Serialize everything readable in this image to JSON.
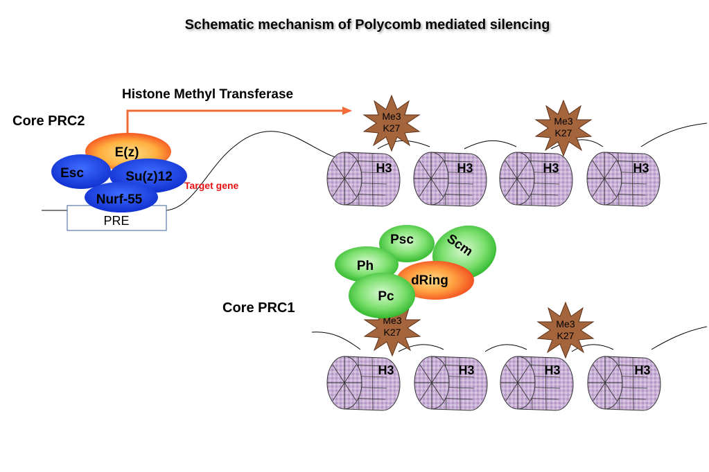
{
  "title": "Schematic mechanism of Polycomb mediated silencing",
  "prc2": {
    "label": "Core PRC2",
    "hmt_label": "Histone Methyl Transferase",
    "proteins": {
      "ez": "E(z)",
      "esc": "Esc",
      "suz12": "Su(z)12",
      "nurf55": "Nurf-55"
    },
    "target_gene": "Target gene",
    "pre": "PRE"
  },
  "prc1": {
    "label": "Core PRC1",
    "proteins": {
      "psc": "Psc",
      "scm": "Scm",
      "ph": "Ph",
      "dring": "dRing",
      "pc": "Pc"
    }
  },
  "histone_label": "H3",
  "mark": {
    "line1": "Me3",
    "line2": "K27"
  },
  "colors": {
    "blue_protein": "#1a3fe0",
    "orange_protein": "#f25a1c",
    "yellow_highlight": "#ffe08a",
    "green_protein": "#2fc02f",
    "green_highlight": "#c8f5c0",
    "nucleosome": "#c9b2d6",
    "star_mark": "#a4643c",
    "arrow": "#f26a3a",
    "target_gene_text": "#e81010"
  }
}
